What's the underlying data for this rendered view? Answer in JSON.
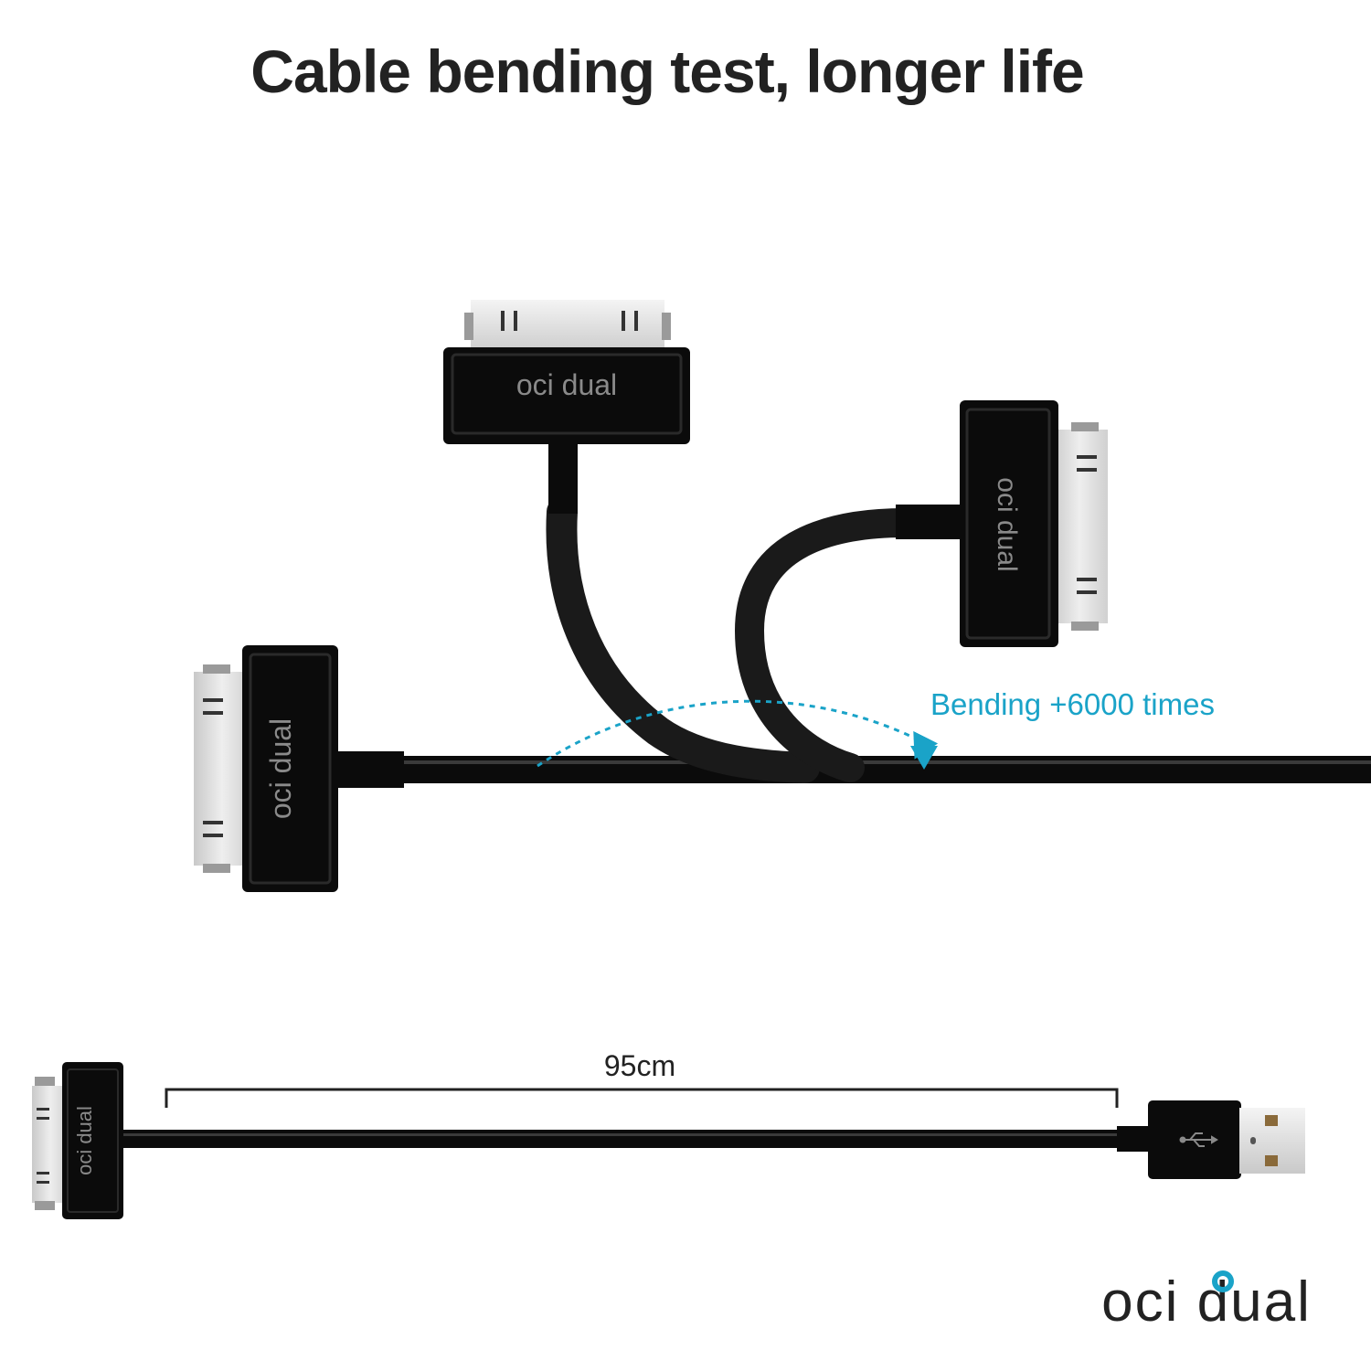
{
  "title": "Cable bending test, longer life",
  "bend_test": {
    "label": "Bending +6000 times",
    "arrow_color": "#1aa3c8"
  },
  "connector_brand": "oci dual",
  "cable_length": "95cm",
  "brand_logo": {
    "text": "oci dual",
    "accent_color": "#1aa3c8"
  },
  "colors": {
    "cable": "#0b0b0b",
    "connector_metal": "#e3e3e3",
    "text": "#222222"
  }
}
